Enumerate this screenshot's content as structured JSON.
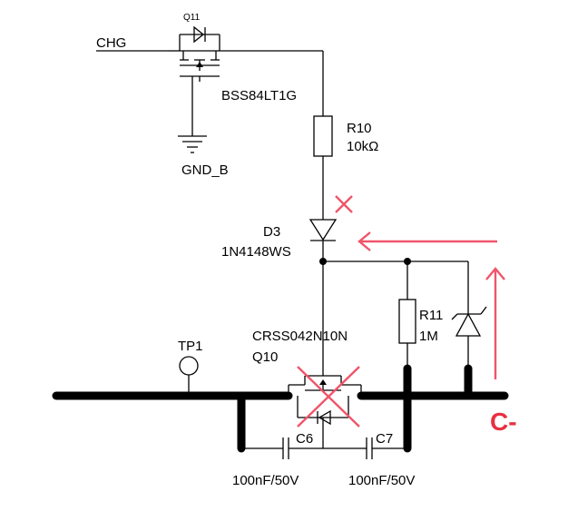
{
  "labels": {
    "q11": "Q11",
    "chg": "CHG",
    "bss": "BSS84LT1G",
    "r10": "R10",
    "r10_val": "10kΩ",
    "gnd": "GND_B",
    "d3": "D3",
    "d3_part": "1N4148WS",
    "crss": "CRSS042N10N",
    "q10": "Q10",
    "tp1": "TP1",
    "r11": "R11",
    "r11_val": "1M",
    "c6": "C6",
    "c7": "C7",
    "c6_val": "100nF/50V",
    "c7_val": "100nF/50V",
    "cminus": "C-"
  },
  "colors": {
    "wire": "#000000",
    "annotation": "#f0556a",
    "c_minus": "#e8303f"
  }
}
